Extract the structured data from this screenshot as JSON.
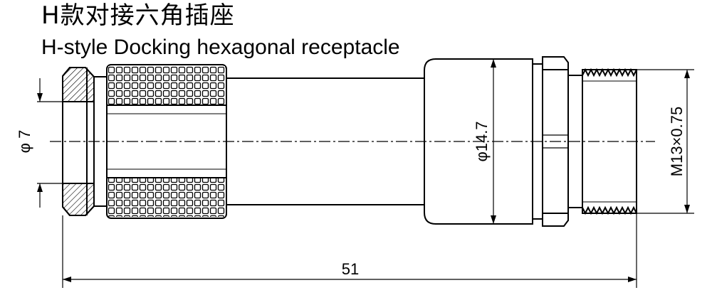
{
  "title_cn": "H款对接六角插座",
  "title_en": "H-style Docking hexagonal receptacle",
  "dimensions": {
    "left_diameter": "φ 7",
    "body_diameter": "φ14.7",
    "thread": "M13×0.75",
    "overall_length": "51"
  }
}
